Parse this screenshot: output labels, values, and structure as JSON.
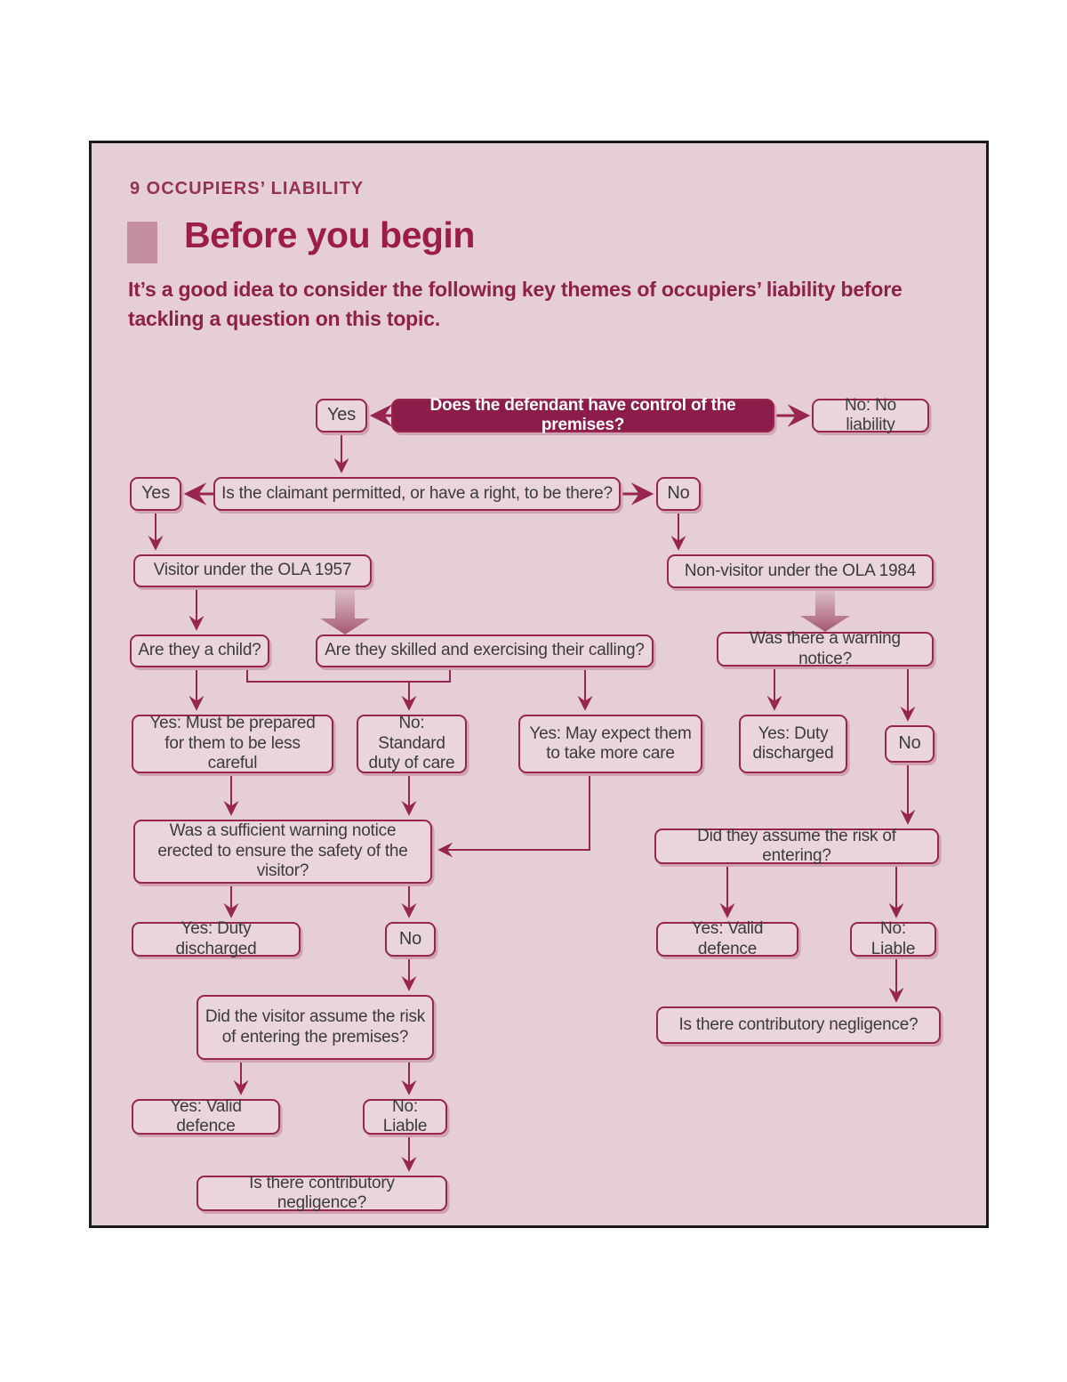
{
  "page": {
    "chapter_header": "9  OCCUPIERS’ LIABILITY",
    "section_title": "Before you begin",
    "intro": "It’s a good idea to consider the following key themes of occupiers’ liability before tackling a question on this topic."
  },
  "colors": {
    "page_background": "#e5ced5",
    "accent_maroon": "#97254f",
    "dark_box_fill": "#8c1d4b",
    "dark_box_text": "#ffffff",
    "body_text": "#3b3b3b",
    "heading_text": "#9c1e48",
    "bullet_square": "#c48ea1",
    "thick_arrow_top": "#dcc2cc",
    "thick_arrow_bottom": "#a65874"
  },
  "flowchart": {
    "nodes": {
      "yes1": "Yes",
      "q_control": "Does the defendant have control of the premises?",
      "no_liability": "No: No liability",
      "yes2": "Yes",
      "q_permitted": "Is the claimant permitted, or have a right, to be there?",
      "no2": "No",
      "visitor": "Visitor under the OLA 1957",
      "nonvisitor": "Non-visitor under the OLA 1984",
      "child_q": "Are they a child?",
      "skilled_q": "Are they skilled and exercising their calling?",
      "warning_q": "Was there a warning notice?",
      "must_prepared": "Yes: Must be prepared for them to be less careful",
      "standard_duty": "No: Standard duty of care",
      "may_expect": "Yes: May expect them to take more care",
      "duty_discharged_right": "Yes: Duty discharged",
      "no_right": "No",
      "suff_warning": "Was a sufficient warning notice erected to ensure the safety of the visitor?",
      "assume_risk_right": "Did they assume the risk of entering?",
      "duty_discharged_left": "Yes: Duty discharged",
      "no_left": "No",
      "valid_defence_right": "Yes: Valid defence",
      "liable_right": "No: Liable",
      "visitor_assume": "Did the visitor assume the risk of entering the premises?",
      "contrib_right": "Is there contributory negligence?",
      "valid_defence_left": "Yes: Valid defence",
      "liable_left": "No: Liable",
      "contrib_left": "Is there contributory negligence?"
    }
  }
}
